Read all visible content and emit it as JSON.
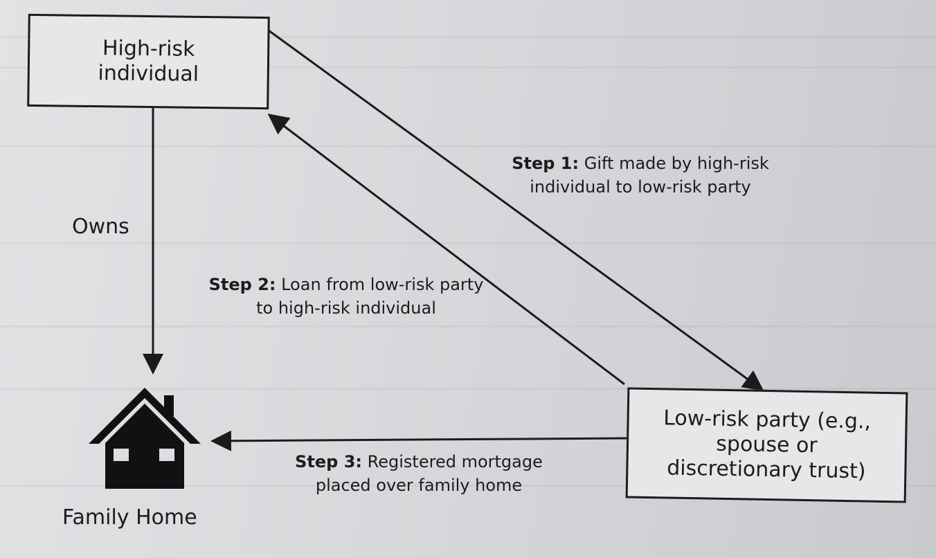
{
  "boxes": {
    "high_risk": "High-risk individual",
    "low_risk": "Low-risk party (e.g., spouse or discretionary trust)"
  },
  "owns_label": "Owns",
  "family_home_label": "Family Home",
  "steps": [
    {
      "title": "Step 1:",
      "text": "Gift made by high-risk individual to low-risk party"
    },
    {
      "title": "Step 2:",
      "text": "Loan from low-risk party to high-risk individual"
    },
    {
      "title": "Step 3:",
      "text": "Registered mortgage placed over family home"
    }
  ],
  "colors": {
    "ink": "#1b1b1d",
    "paper": "#d9dadc"
  },
  "icons": {
    "house": "house-icon"
  }
}
